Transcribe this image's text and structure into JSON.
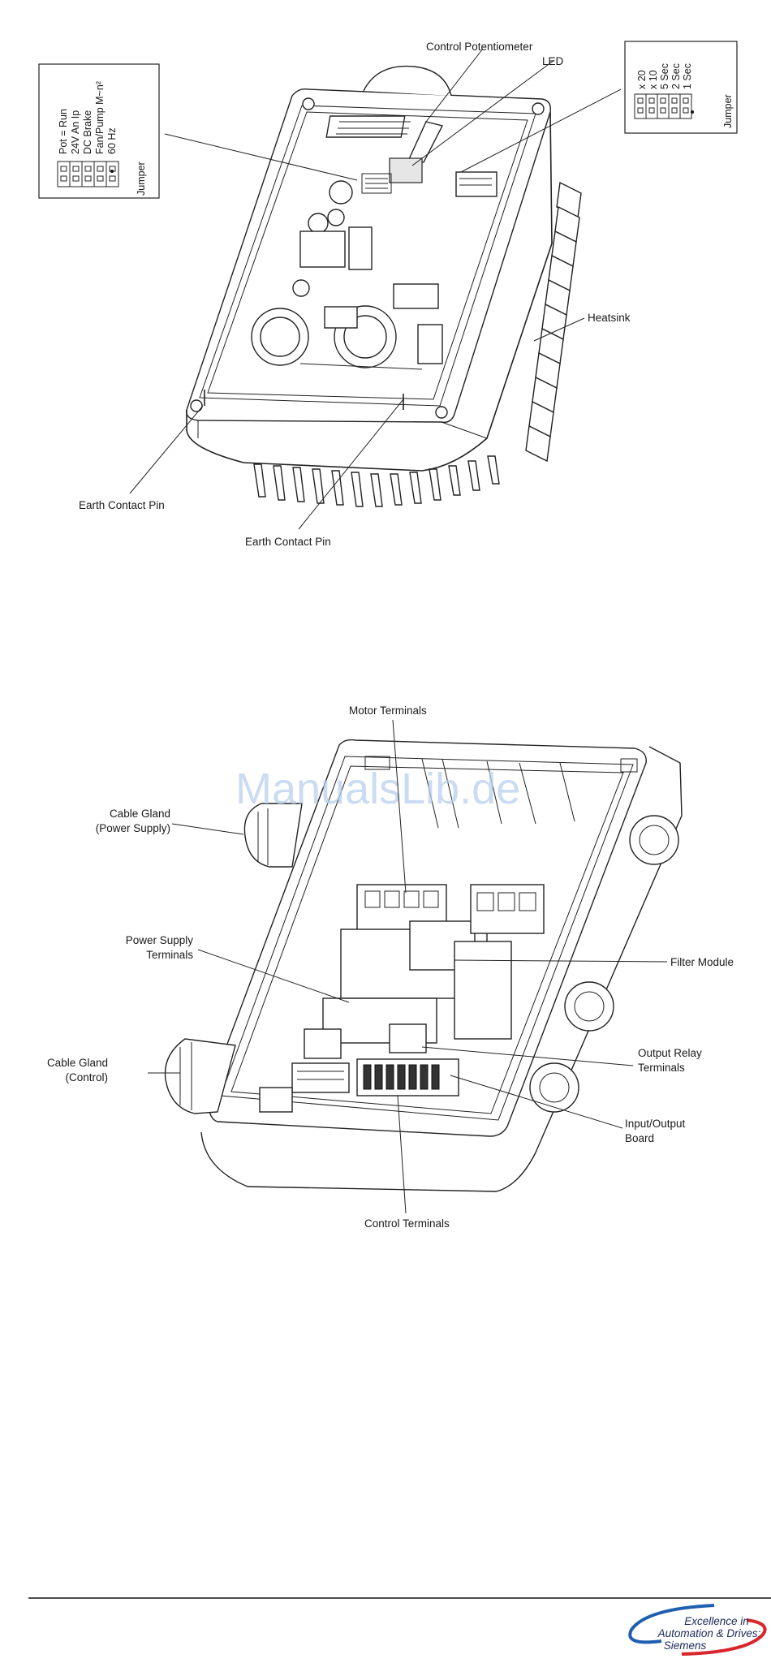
{
  "diagram_top": {
    "callouts": {
      "control_potentiometer": "Control Potentiometer",
      "led": "LED",
      "heatsink": "Heatsink",
      "earth_contact_pin_left": "Earth Contact Pin",
      "earth_contact_pin_right": "Earth Contact Pin"
    },
    "jumper_box_left": {
      "options": [
        "Pot = Run",
        "24V An Ip",
        "DC Brake",
        "Fan/Pump M~n²",
        "60 Hz"
      ],
      "caption": "Jumper"
    },
    "jumper_box_right": {
      "options": [
        "x 20",
        "x 10",
        "5 Sec",
        "2 Sec",
        "1 Sec"
      ],
      "caption": "Jumper"
    }
  },
  "diagram_bottom": {
    "watermark": "ManualsLib.de",
    "callouts": {
      "motor_terminals": "Motor Terminals",
      "cable_gland_power_1": "Cable Gland",
      "cable_gland_power_2": "(Power Supply)",
      "power_supply_terminals_1": "Power Supply",
      "power_supply_terminals_2": "Terminals",
      "filter_module": "Filter Module",
      "cable_gland_control_1": "Cable Gland",
      "cable_gland_control_2": "(Control)",
      "output_relay_1": "Output Relay",
      "output_relay_2": "Terminals",
      "io_board_1": "Input/Output",
      "io_board_2": "Board",
      "control_terminals": "Control Terminals"
    }
  },
  "footer": {
    "logo_line1": "Excellence in",
    "logo_line2": "Automation & Drives:",
    "logo_line3": "Siemens",
    "colors": {
      "swoosh_blue": "#1f5fb0",
      "swoosh_red": "#d8262c"
    }
  }
}
